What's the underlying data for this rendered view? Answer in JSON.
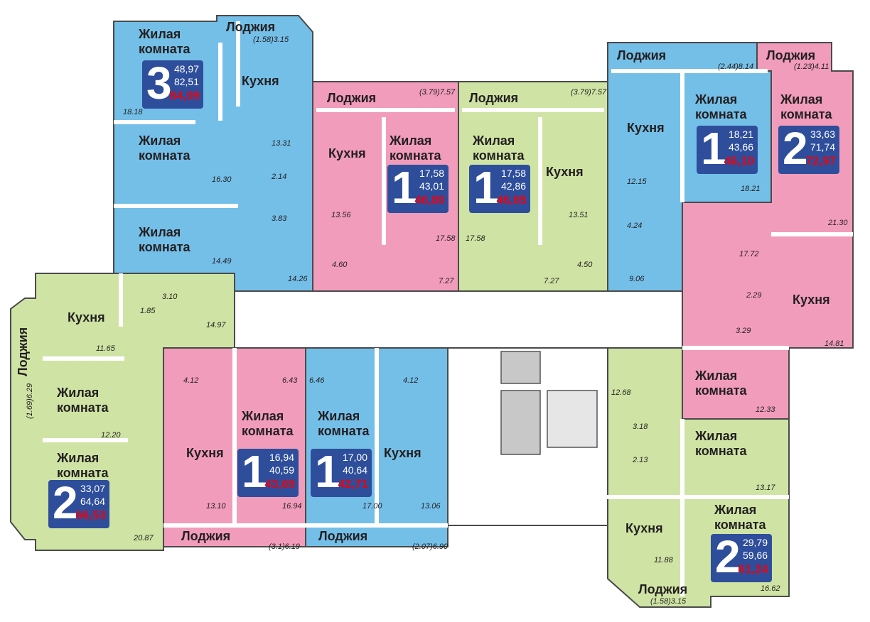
{
  "colors": {
    "blue": "#74bfe8",
    "pink": "#f19cbb",
    "green": "#cfe4a4",
    "badge": "#2e4e9c",
    "total": "#e30613"
  },
  "labels": {
    "living": [
      "Жилая",
      "комната"
    ],
    "kitchen": "Кухня",
    "loggia": "Лоджия"
  },
  "apartments": [
    {
      "rooms": "3",
      "living_area": "48,97",
      "area": "82,51",
      "total": "84,09",
      "color": "blue",
      "loggia": "(1.58)3.15",
      "areas": [
        "18.18",
        "16.30",
        "14.49",
        "13.31",
        "2.14",
        "3.83",
        "14.26"
      ]
    },
    {
      "rooms": "1",
      "living_area": "17,58",
      "area": "43,01",
      "total": "46,80",
      "color": "pink",
      "loggia": "(3.79)7.57",
      "areas": [
        "13.56",
        "17.58",
        "4.60",
        "7.27"
      ]
    },
    {
      "rooms": "1",
      "living_area": "17,58",
      "area": "42,86",
      "total": "46,65",
      "color": "green",
      "loggia": "(3.79)7.57",
      "areas": [
        "17.58",
        "13.51",
        "4.50",
        "7.27"
      ]
    },
    {
      "rooms": "1",
      "living_area": "18,21",
      "area": "43,66",
      "total": "46,10",
      "color": "blue",
      "loggia": "(2.44)8.14",
      "areas": [
        "12.15",
        "18.21",
        "4.24",
        "9.06"
      ]
    },
    {
      "rooms": "2",
      "living_area": "33,63",
      "area": "71,74",
      "total": "72,97",
      "color": "pink",
      "loggia": "(1.23)4.11",
      "areas": [
        "21.30",
        "17.72",
        "2.29",
        "3.29",
        "14.81",
        "12.33"
      ]
    },
    {
      "rooms": "2",
      "living_area": "29,79",
      "area": "59,66",
      "total": "61,24",
      "color": "green",
      "loggia": "(1.58)3.15",
      "areas": [
        "12.68",
        "3.18",
        "2.13",
        "13.17",
        "11.88",
        "16.62"
      ]
    },
    {
      "rooms": "1",
      "living_area": "17,00",
      "area": "40,64",
      "total": "42,71",
      "color": "blue",
      "loggia": "(2.07)6.90",
      "areas": [
        "6.46",
        "4.12",
        "17.00",
        "13.06"
      ]
    },
    {
      "rooms": "1",
      "living_area": "16,94",
      "area": "40,59",
      "total": "43,69",
      "color": "pink",
      "loggia": "(3.1)6.19",
      "areas": [
        "4.12",
        "6.43",
        "13.10",
        "16.94"
      ]
    },
    {
      "rooms": "2",
      "living_area": "33,07",
      "area": "64,64",
      "total": "66,53",
      "color": "green",
      "loggia": "(1.69)6.29",
      "areas": [
        "11.65",
        "3.10",
        "1.85",
        "14.97",
        "12.20",
        "20.87"
      ]
    }
  ]
}
